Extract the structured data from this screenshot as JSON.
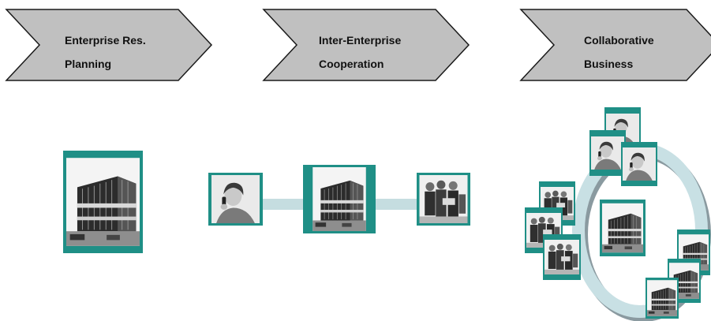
{
  "stages": [
    {
      "line1": "Enterprise Res.",
      "line2": "Planning"
    },
    {
      "line1": "Inter-Enterprise",
      "line2": "Cooperation"
    },
    {
      "line1": "Collaborative",
      "line2": "Business"
    }
  ],
  "icons": {
    "building": "building-photo-icon",
    "person_phone": "person-on-phone-photo-icon",
    "group": "business-people-group-photo-icon"
  },
  "colors": {
    "chevron_fill": "#c0c0c0",
    "chevron_stroke": "#1a1a1a",
    "frame": "#1f8f86",
    "connector": "#c5dde0",
    "ring": "#c8e0e4",
    "ring_shadow": "#8a9aa0"
  }
}
